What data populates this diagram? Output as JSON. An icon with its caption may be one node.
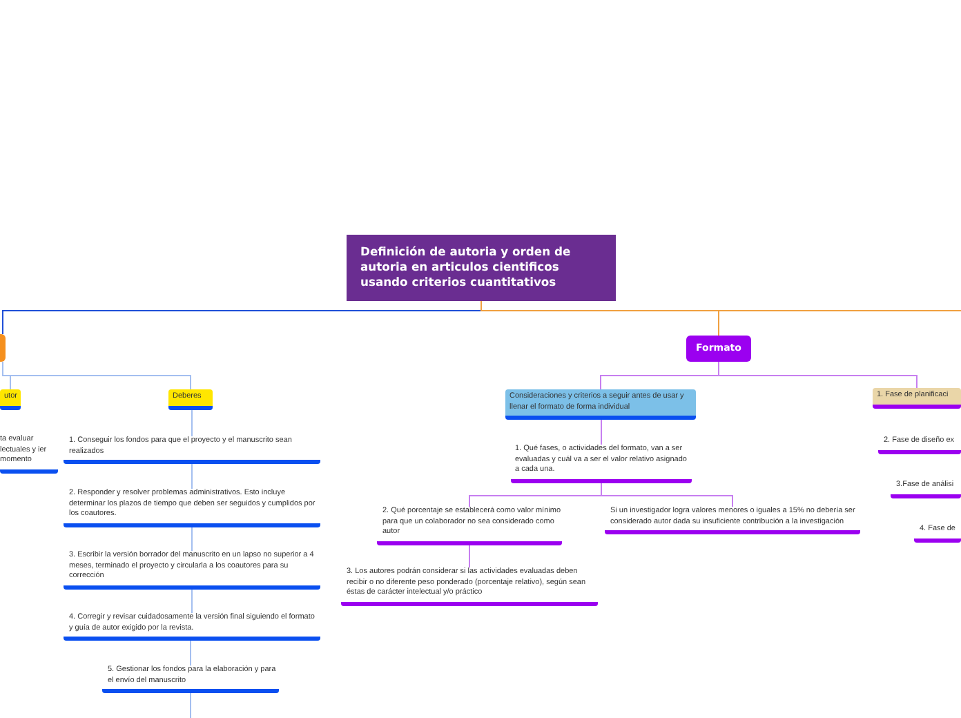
{
  "diagram": {
    "nodes": [
      {
        "text": [
          "Definición de autoria y orden de autoria en articulos cientificos usando criterios cuantitativos"
        ]
      },
      {
        "text": [],
        "shape": "box"
      },
      {
        "text": [
          "Formato"
        ]
      },
      {
        "text": [
          "utor"
        ]
      },
      {
        "text": [
          "Deberes"
        ]
      },
      {
        "text": [
          "ta evaluar lectuales y ier momento"
        ]
      },
      {
        "text": [
          "1. Conseguir los fondos para que el proyecto y el manuscrito sean realizados"
        ]
      },
      {
        "text": [
          "2. Responder y resolver problemas administrativos. Esto incluye determinar los plazos de tiempo que deben ser seguidos y cumplidos por los coautores."
        ]
      },
      {
        "text": [
          "3. Escribir la versión borrador del manuscrito en un lapso no superior a 4 meses, terminado el proyecto y circularla a los coautores para su corrección"
        ]
      },
      {
        "text": [
          "4. Corregir y revisar cuidadosamente la versión final siguiendo el formato y guía de autor exigido por la revista."
        ]
      },
      {
        "text": [
          "5. Gestionar los fondos para la elaboración y para el envío del manuscrito"
        ]
      },
      {
        "text": [
          "Consideraciones y criterios a seguir antes de usar y llenar el formato de forma individual"
        ]
      },
      {
        "text": [
          "1. Qué fases, o actividades del formato, van a ser evaluadas y cuál va a ser el valor relativo asignado a cada una."
        ]
      },
      {
        "text": [
          "2. Qué porcentaje se establecerá como valor mínimo para que un colaborador no sea considerado como autor"
        ]
      },
      {
        "text": [
          "Si un investigador logra valores menores o iguales a 15% no debería ser considerado autor dada su insuficiente contribución a la investigación"
        ]
      },
      {
        "text": [
          "3. Los autores podrán considerar si las actividades evaluadas deben recibir o no diferente peso ponderado (porcentaje relativo), según sean éstas de carácter intelectual y/o práctico"
        ]
      },
      {
        "text": [
          "1. Fase de planificaci"
        ]
      },
      {
        "text": [
          "2. Fase de diseño ex"
        ]
      },
      {
        "text": [
          "3.Fase de análisi"
        ]
      },
      {
        "text": [
          "4. Fase de"
        ]
      }
    ],
    "edges": [
      {
        "from": 0,
        "to": 1,
        "arrow": "none",
        "color": "#1f4fd8"
      },
      {
        "from": 0,
        "to": 2,
        "arrow": "none",
        "color": "#f0a040"
      },
      {
        "from": 0,
        "to": null,
        "arrow": "none",
        "color": "#f0a040"
      },
      {
        "from": 1,
        "to": 3,
        "arrow": "none"
      },
      {
        "from": 1,
        "to": 4,
        "arrow": "none"
      },
      {
        "from": 4,
        "to": 6,
        "arrow": "none"
      },
      {
        "from": 6,
        "to": 7,
        "arrow": "none"
      },
      {
        "from": 7,
        "to": 8,
        "arrow": "none"
      },
      {
        "from": 8,
        "to": 9,
        "arrow": "none"
      },
      {
        "from": 9,
        "to": 10,
        "arrow": "none"
      },
      {
        "from": 10,
        "to": null,
        "arrow": "none"
      },
      {
        "from": 2,
        "to": 11,
        "arrow": "none",
        "color": "#c77ff0"
      },
      {
        "from": 2,
        "to": 16,
        "arrow": "none",
        "color": "#c77ff0"
      },
      {
        "from": 11,
        "to": 12,
        "arrow": "none",
        "color": "#c77ff0"
      },
      {
        "from": 12,
        "to": 13,
        "arrow": "none",
        "color": "#c77ff0"
      },
      {
        "from": 12,
        "to": 14,
        "arrow": "none",
        "color": "#c77ff0"
      },
      {
        "from": 13,
        "to": 15,
        "arrow": "none",
        "color": "#c77ff0"
      }
    ]
  }
}
